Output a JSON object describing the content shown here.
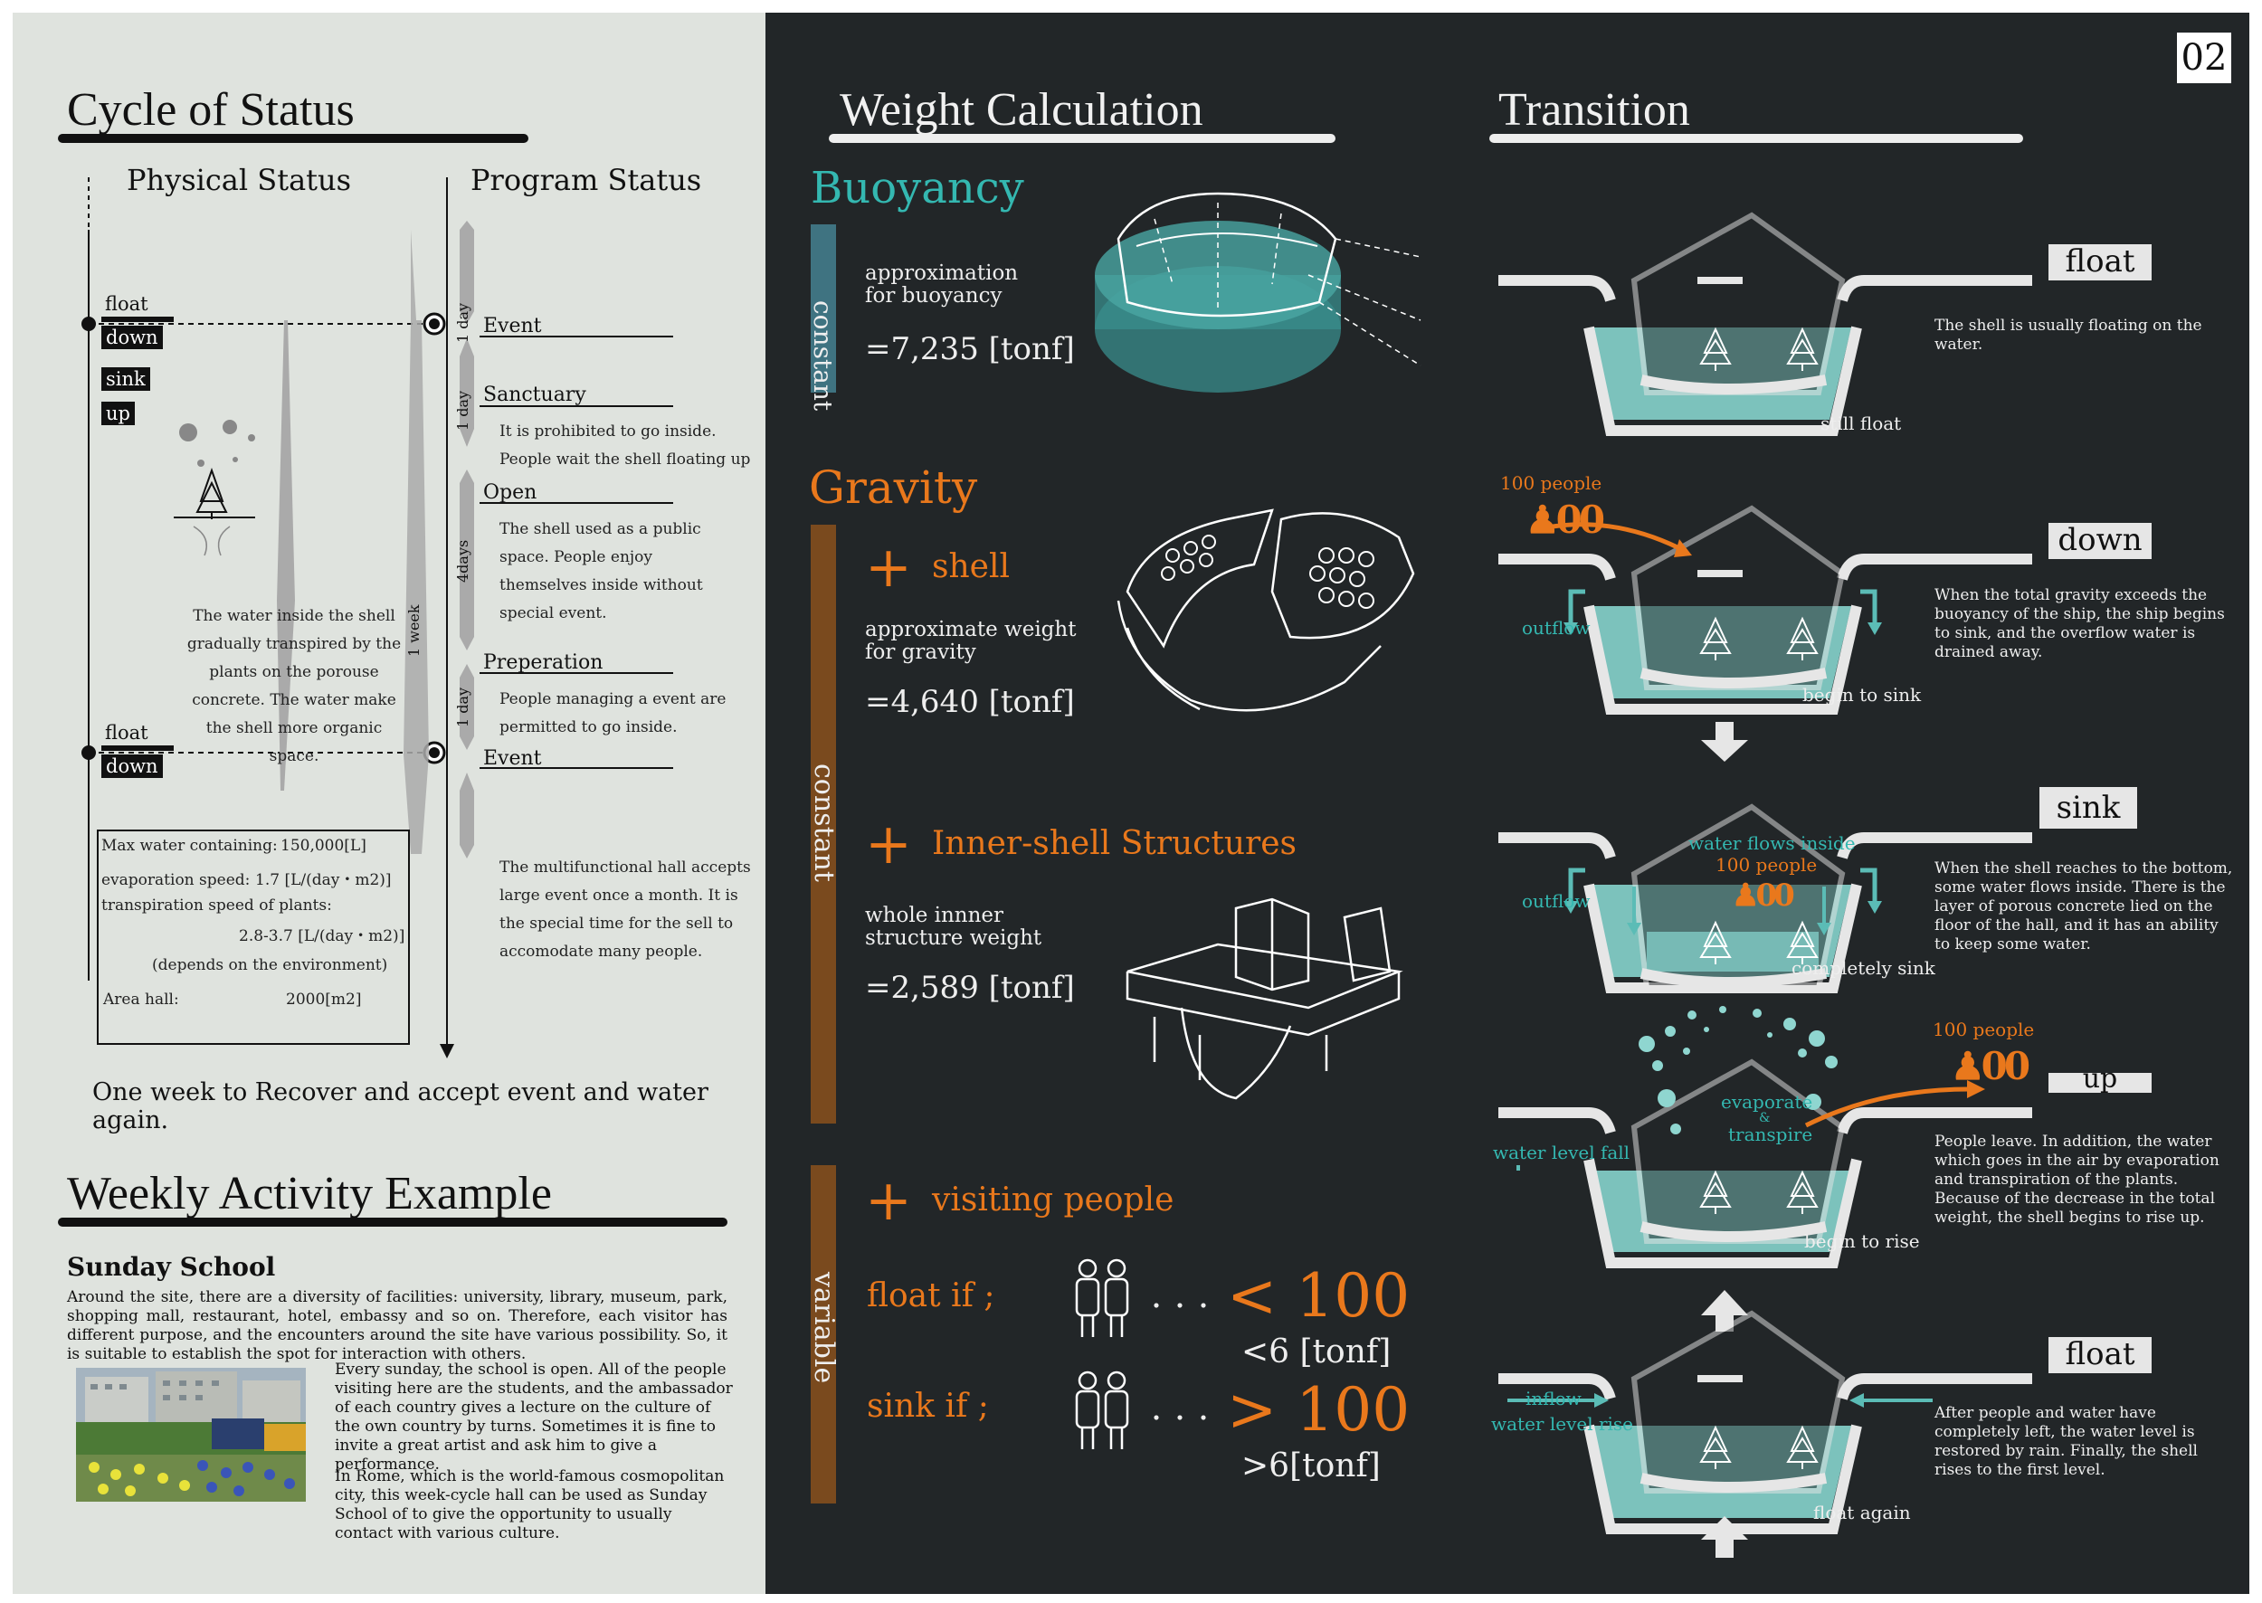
{
  "page_number": "02",
  "cycle": {
    "title": "Cycle of Status",
    "physical_status": "Physical Status",
    "program_status": "Program Status",
    "states": {
      "float": "float",
      "down": "down",
      "sink": "sink",
      "up": "up"
    },
    "events": {
      "event": "Event",
      "sanctuary": "Sanctuary",
      "sanctuary_text": "It is prohibited to go inside. People wait the shell floating up",
      "open": "Open",
      "open_text": "The shell used as a public space. People enjoy themselves inside without special event.",
      "preperation": "Preperation",
      "preperation_text": "People managing a event are permitted to go inside.",
      "hall_text": "The multifunctional hall accepts large event once a month. It is the special time for the sell to accomodate many people."
    },
    "durations": {
      "one_day": "1 day",
      "four_days": "4days",
      "one_week": "1 week"
    },
    "water_text": "The water inside the shell gradually transpired by the plants on the porouse concrete. The water make the shell more organic space.",
    "spec_box": {
      "max_water_label": "Max water containing:",
      "max_water_value": "150,000[L]",
      "evaporation_label": "evaporation speed:",
      "evaporation_value": "1.7 [L/(day・m2)]",
      "transpiration_label": "transpiration speed of plants:",
      "transpiration_value": "2.8-3.7  [L/(day・m2)]",
      "environment_note": "(depends on the environment)",
      "area_label": "Area hall:",
      "area_value": "2000[m2]"
    },
    "summary": "One week to Recover and accept event and water again."
  },
  "weekly": {
    "title": "Weekly Activity Example",
    "subtitle": "Sunday School",
    "para1": "Around the site, there are a diversity of facilities: university, library, museum, park, shopping mall, restaurant, hotel, embassy and so on.  Therefore, each visitor has different purpose, and the encounters around the site have various possibility.  So, it is suitable to establish the spot for interaction with others.",
    "para2": "Every sunday, the school is open.  All of the people visiting here are the students, and the ambassador of each country gives a lecture on the culture of the own country by turns. Sometimes it is fine to invite a great artist and ask him to give a performance.",
    "para3": "In Rome, which is the world-famous cosmopolitan city,  this week-cycle hall can be used as Sunday School of to give the opportunity to usually contact with various culture."
  },
  "weight": {
    "title": "Weight Calculation",
    "buoyancy": "Buoyancy",
    "constant": "constant",
    "variable": "variable",
    "buoyancy_label": "approximation for buoyancy",
    "buoyancy_value": "=7,235 [tonf]",
    "gravity": "Gravity",
    "shell": "shell",
    "shell_label": "approximate weight for gravity",
    "shell_value": "=4,640 [tonf]",
    "inner": "Inner-shell Structures",
    "inner_label": "whole innner structure weight",
    "inner_value": "=2,589 [tonf]",
    "visiting": "visiting people",
    "float_if": "float if ;",
    "sink_if": "sink if ;",
    "dots": "・・・",
    "float_count": "< 100",
    "float_tonf": "<6 [tonf]",
    "sink_count": "> 100",
    "sink_tonf": ">6[tonf]"
  },
  "transition": {
    "title": "Transition",
    "stages": [
      {
        "state": "float",
        "caption": "still float",
        "text": "The shell is usually floating on the water."
      },
      {
        "state": "down",
        "caption": "begin to sink",
        "people": "100 people",
        "left": "outflow",
        "text": "When the total gravity exceeds the buoyancy of the ship, the ship begins to sink, and the overflow water is drained away."
      },
      {
        "state": "sink",
        "caption": "completely sink",
        "inside_top": "water flows inside",
        "inside_people": "100 people",
        "left": "outflow",
        "text": "When the shell reaches to the bottom, some water flows inside.  There is the layer of porous concrete lied on the floor of the hall, and it has an ability to keep some water."
      },
      {
        "state": "up",
        "caption": "begin to rise",
        "people": "100 people",
        "left": "water level fall",
        "inside1": "evaporate",
        "inside2": "&",
        "inside3": "transpire",
        "text": "People leave.  In addition, the water which goes in the air by evaporation and transpiration of the plants. Because of the decrease in the total weight, the shell begins to rise up."
      },
      {
        "state": "float",
        "caption": "float again",
        "left": "inflow",
        "left2": "water level rise",
        "text": "After people and water have completely left, the water level is restored by rain. Finally, the shell rises to the first level."
      }
    ]
  },
  "colors": {
    "teal": "#34b8b1",
    "orange": "#e9781c",
    "dark": "#222628",
    "brown": "#7a4a1e",
    "steel": "#3f7381"
  }
}
